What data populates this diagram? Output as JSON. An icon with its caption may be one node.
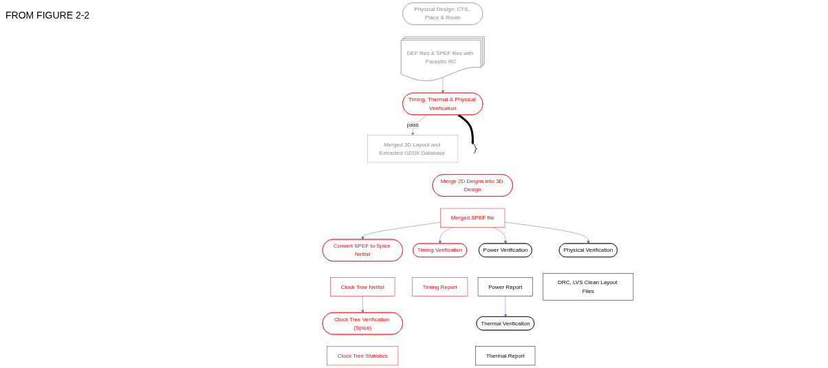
{
  "diagram": {
    "nodes": [
      {
        "text": [
          "Physical Design: CTS, Place & Route"
        ]
      },
      {
        "text": [
          "DEF files & SPEF files with Parasitic RC"
        ]
      },
      {
        "text": [
          "Timing, Thermal & Physical Verification"
        ]
      },
      {
        "text": [
          "Merged 3D Layout and Extracted GDSII Database."
        ]
      },
      {
        "text": [],
        "shape": "bracket"
      },
      {
        "text": [
          "Merge 2D Deigns into 3D Design"
        ]
      },
      {
        "text": [
          "Merged SPEF file"
        ]
      },
      {
        "text": [
          "Convert SPEF to Spice Netlist"
        ]
      },
      {
        "text": [
          "Timing Verification"
        ]
      },
      {
        "text": [
          "Power Verification"
        ]
      },
      {
        "text": [
          "Physical Verification"
        ]
      },
      {
        "text": [
          "Clock Tree Netlist"
        ]
      },
      {
        "text": [
          "Timing Report"
        ]
      },
      {
        "text": [
          "Power Report"
        ]
      },
      {
        "text": [
          "DRC, LVS Clean Layout Files"
        ]
      },
      {
        "text": [
          "Clock Tree Verification (Spice)"
        ]
      },
      {
        "text": [
          "Thermal Verification"
        ]
      },
      {
        "text": [
          "Clock Tree Statistics"
        ]
      },
      {
        "text": [
          "Thermal Report"
        ]
      }
    ],
    "edges": [
      {
        "from": 1,
        "to": 2,
        "arrow": "to",
        "color": "#808080"
      },
      {
        "from": 2,
        "to": 3,
        "arrow": "to",
        "label": "pass",
        "color": "#808080"
      },
      {
        "from": 2,
        "to": 4,
        "arrow": "to",
        "style": "thick",
        "color": "#000000"
      },
      {
        "from": 6,
        "to": 7,
        "arrow": "to"
      },
      {
        "from": 6,
        "to": 8,
        "arrow": "to"
      },
      {
        "from": 6,
        "to": 9,
        "arrow": "to"
      },
      {
        "from": 6,
        "to": 10,
        "arrow": "to"
      },
      {
        "from": 11,
        "to": 15,
        "arrow": "to"
      },
      {
        "from": 13,
        "to": 16,
        "arrow": "to"
      }
    ],
    "labels": [
      "FROM FIGURE 2-2"
    ]
  }
}
